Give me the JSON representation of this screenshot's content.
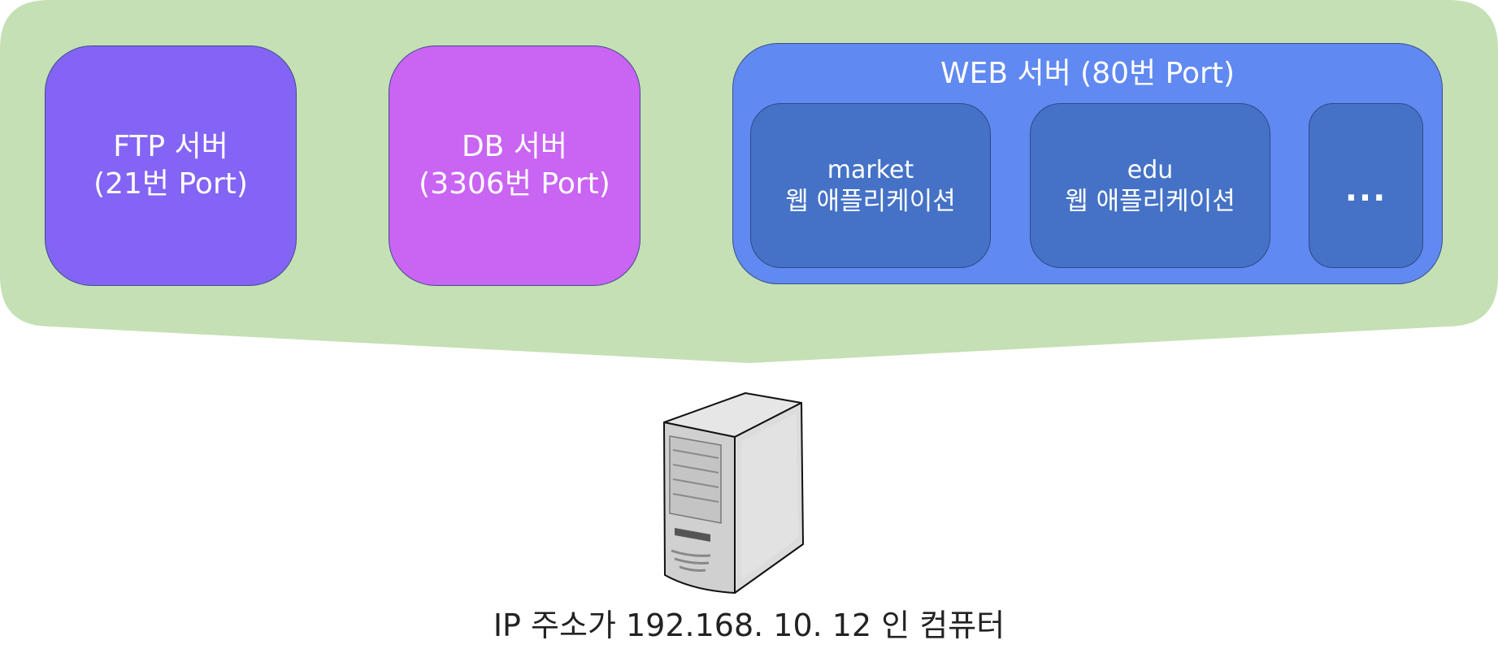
{
  "colors": {
    "backdrop": "#c5e0b4",
    "ftp": "#8464f4",
    "db": "#c964f3",
    "web": "#6089f2",
    "app": "#4572c6"
  },
  "ftp": {
    "line1": "FTP 서버",
    "line2": "(21번 Port)"
  },
  "db": {
    "line1": "DB 서버",
    "line2": "(3306번 Port)"
  },
  "web": {
    "title": "WEB 서버 (80번 Port)",
    "apps": [
      {
        "name": "market",
        "desc": "웹 애플리케이션"
      },
      {
        "name": "edu",
        "desc": "웹 애플리케이션"
      }
    ],
    "more": "..."
  },
  "server_icon": "server-tower-icon",
  "caption": "IP 주소가 192.168. 10. 12 인 컴퓨터"
}
